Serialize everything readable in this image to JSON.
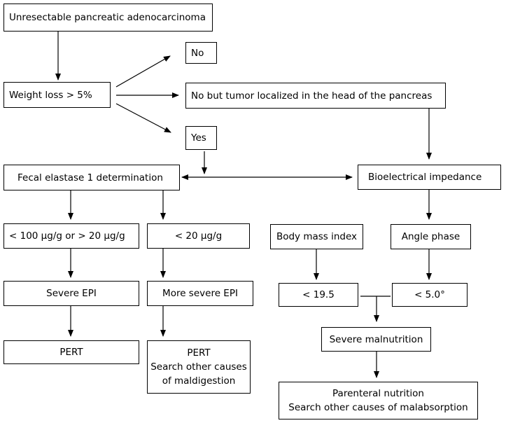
{
  "nodes": {
    "start": "Unresectable pancreatic adenocarcinoma",
    "weight_loss": "Weight loss > 5%",
    "no": "No",
    "no_head": "No but tumor localized in the head of the pancreas",
    "yes": "Yes",
    "fecal_elastase": "Fecal elastase 1 determination",
    "bioimpedance": "Bioelectrical impedance",
    "fe_range": "< 100 μg/g  or > 20 μg/g",
    "fe_low": "< 20 μg/g",
    "bmi": "Body mass index",
    "angle": "Angle phase",
    "severe_epi": "Severe EPI",
    "more_severe_epi": "More severe EPI",
    "bmi_low": "< 19.5",
    "angle_low": "< 5.0°",
    "pert1": "PERT",
    "pert2_line1": "PERT",
    "pert2_line2": "Search other causes",
    "pert2_line3": "of maldigestion",
    "malnutrition": "Severe malnutrition",
    "parenteral_line1": "Parenteral nutrition",
    "parenteral_line2": "Search other causes of malabsorption"
  }
}
